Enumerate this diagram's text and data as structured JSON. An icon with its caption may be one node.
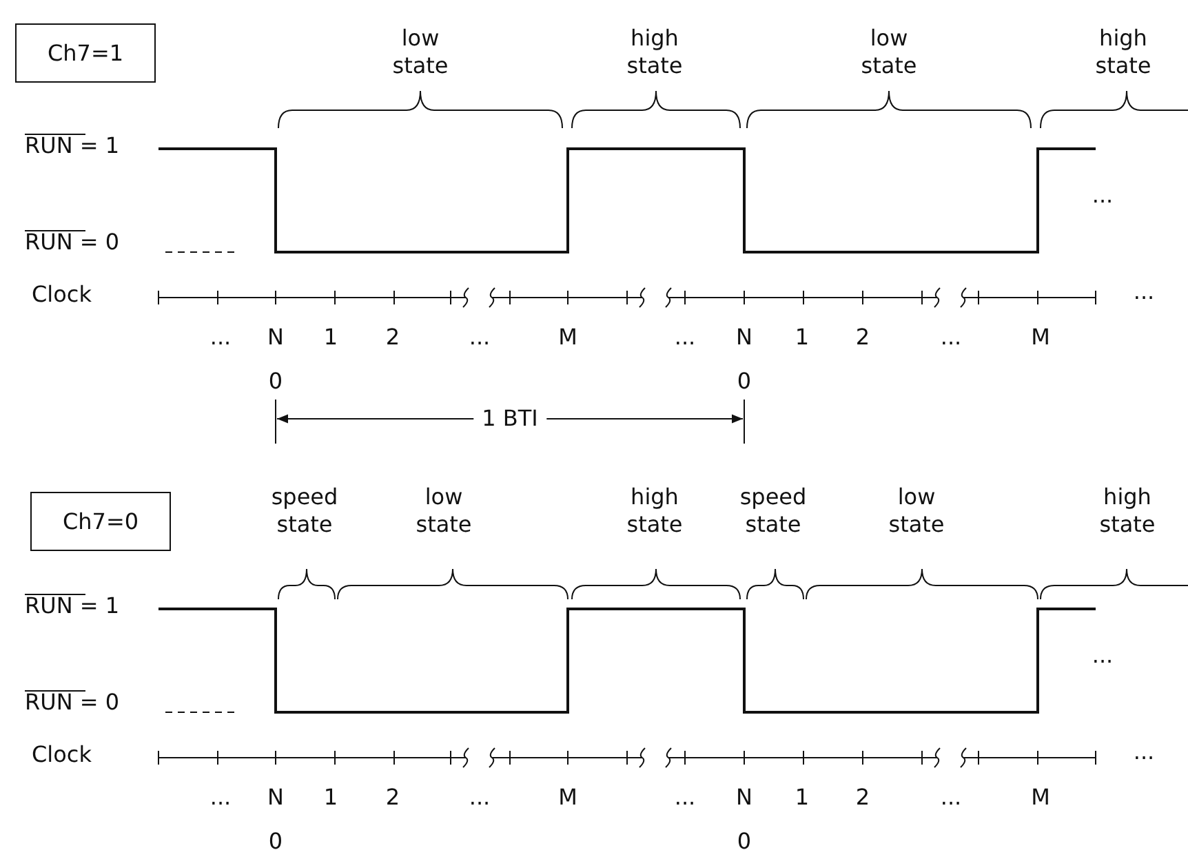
{
  "diagram": {
    "nodes": [
      {
        "text": [
          "Ch7=1"
        ]
      },
      {
        "text": [
          "Ch7=0"
        ]
      }
    ],
    "labels": [
      "low state",
      "high state",
      "low state",
      "high state",
      "RUN = 1",
      "...",
      "RUN = 0",
      "Clock",
      "...",
      "...",
      "N",
      "1",
      "2",
      "...",
      "M",
      "...",
      "N",
      "1",
      "2",
      "...",
      "M",
      "0",
      "0",
      "1 BTI",
      "speed state",
      "low state",
      "high state",
      "speed state",
      "low state",
      "high state",
      "RUN = 1",
      "...",
      "RUN = 0",
      "Clock",
      "...",
      "...",
      "N",
      "1",
      "2",
      "...",
      "M",
      "...",
      "N",
      "1",
      "2",
      "...",
      "M",
      "0",
      "0"
    ]
  }
}
